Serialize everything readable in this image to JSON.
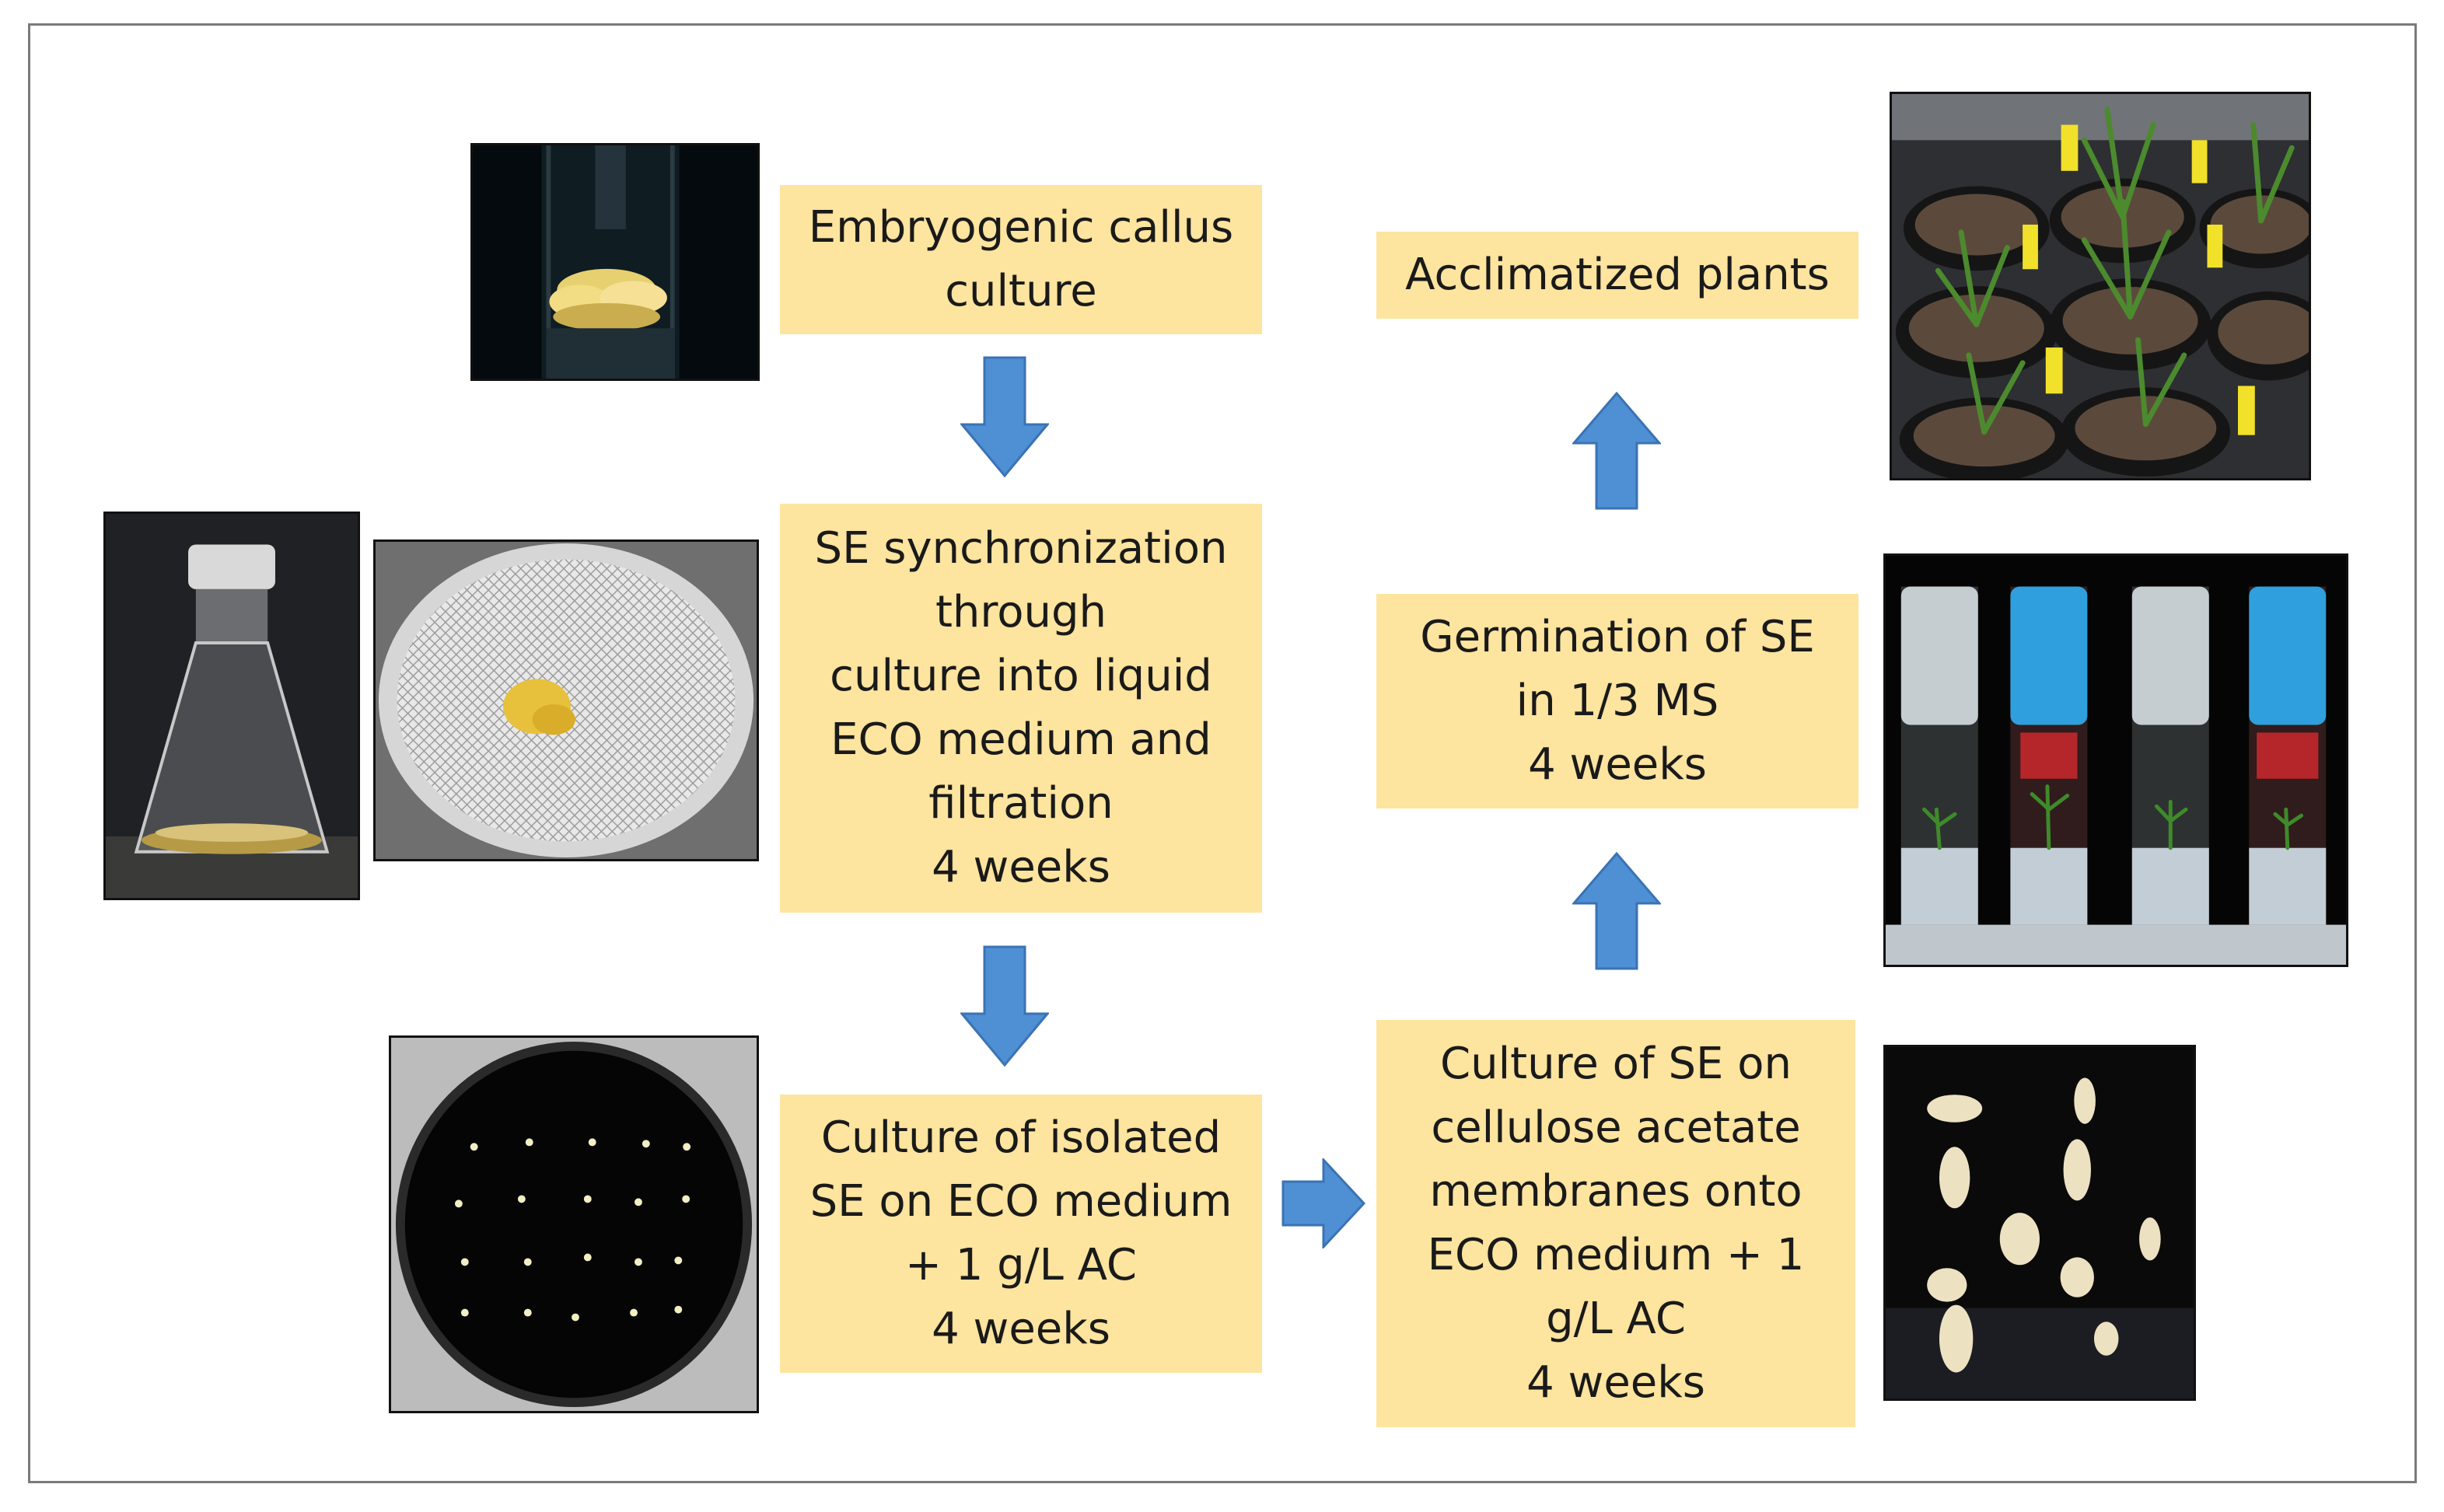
{
  "steps": {
    "embryogenic": [
      "Embryogenic callus",
      "culture"
    ],
    "synchronization": [
      "SE synchronization",
      "through",
      "culture into liquid",
      "ECO medium and",
      "filtration",
      "4 weeks"
    ],
    "isolated": [
      "Culture of isolated",
      "SE on ECO medium",
      "+ 1 g/L AC",
      "4 weeks"
    ],
    "cellulose": [
      "Culture of SE on",
      "cellulose acetate",
      "membranes onto",
      "ECO medium + 1",
      "g/L AC",
      "4 weeks"
    ],
    "germination": [
      "Germination of SE",
      "in 1/3 MS",
      "4 weeks"
    ],
    "acclimatized": [
      "Acclimatized plants"
    ]
  },
  "colors": {
    "box_fill": "#fde49f",
    "arrow_fill": "#4f8fd4",
    "arrow_stroke": "#3a73b4",
    "frame": "#7a7a7a"
  },
  "photos": [
    "callus-tube-photo",
    "erlenmeyer-flask-photo",
    "filter-mesh-photo",
    "petri-dish-embryos-photo",
    "potted-plants-photo",
    "germination-tubes-photo",
    "embryos-on-membrane-photo"
  ]
}
